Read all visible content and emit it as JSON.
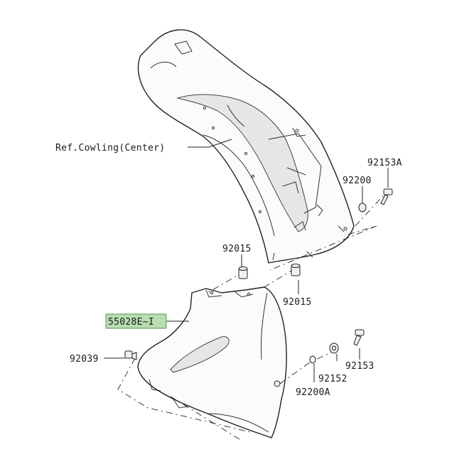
{
  "labels": {
    "ref_cowling": "Ref.Cowling(Center)",
    "p92153a": "92153A",
    "p92200": "92200",
    "p92015_top": "92015",
    "p92015_right": "92015",
    "p55028": "55028E~I",
    "p92039": "92039",
    "p92153": "92153",
    "p92152": "92152",
    "p92200a": "92200A"
  },
  "colors": {
    "highlight_fill": "#b9dcb3",
    "highlight_border": "#4f9a48",
    "line": "#222222"
  }
}
